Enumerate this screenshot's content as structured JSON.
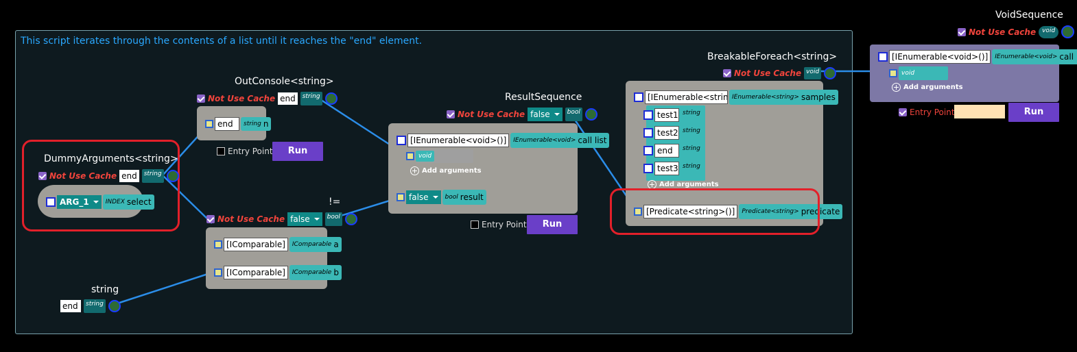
{
  "description": "This script iterates through the contents of a list until it reaches the \"end\" element.",
  "common": {
    "not_use_cache": "Not Use Cache",
    "entry_point": "Entry Point",
    "run": "Run",
    "add_arguments": "Add arguments"
  },
  "void_sequence": {
    "title": "VoidSequence",
    "out_type": "void",
    "call_list_field": "[IEnumerable<void>()]",
    "call_list_type": "IEnumerable<void>",
    "call_list_label": "call list",
    "item_type": "void"
  },
  "breakable_foreach": {
    "title": "BreakableForeach<string>",
    "out_type": "void",
    "samples_field": "[IEnumerable<string>(",
    "samples_type": "IEnumerable<string>",
    "samples_label": "samples",
    "items": [
      {
        "value": "test1",
        "type": "string"
      },
      {
        "value": "test2",
        "type": "string"
      },
      {
        "value": "end",
        "type": "string"
      },
      {
        "value": "test3",
        "type": "string"
      }
    ],
    "predicate_field": "[Predicate<string>()]",
    "predicate_type": "Predicate<string>",
    "predicate_label": "predicate"
  },
  "result_sequence": {
    "title": "ResultSequence",
    "out_value": "false",
    "out_type": "bool",
    "call_list_field": "[IEnumerable<void>()]",
    "call_list_type": "IEnumerable<void>",
    "call_list_label": "call list",
    "item_type": "void",
    "result_value": "false",
    "result_type": "bool",
    "result_label": "result"
  },
  "out_console": {
    "title": "OutConsole<string>",
    "out_value": "end",
    "out_type": "string",
    "arg_value": "end",
    "arg_type": "string",
    "arg_label": "n"
  },
  "not_equal": {
    "title": "!=",
    "out_value": "false",
    "out_type": "bool",
    "a_field": "[IComparable]",
    "a_type": "IComparable",
    "a_label": "a",
    "b_field": "[IComparable]",
    "b_type": "IComparable",
    "b_label": "b"
  },
  "dummy_arguments": {
    "title": "DummyArguments<string>",
    "out_value": "end",
    "out_type": "string",
    "select_value": "ARG_1",
    "select_type": "INDEX",
    "select_label": "select"
  },
  "string_node": {
    "title": "string",
    "value": "end",
    "type": "string"
  },
  "colors": {
    "accent_purple": "#6a3fc8",
    "wire_blue": "#2b8de8",
    "highlight_red": "#e2202a",
    "teal": "#3bb8b6",
    "description_blue": "#2aa8ff"
  }
}
